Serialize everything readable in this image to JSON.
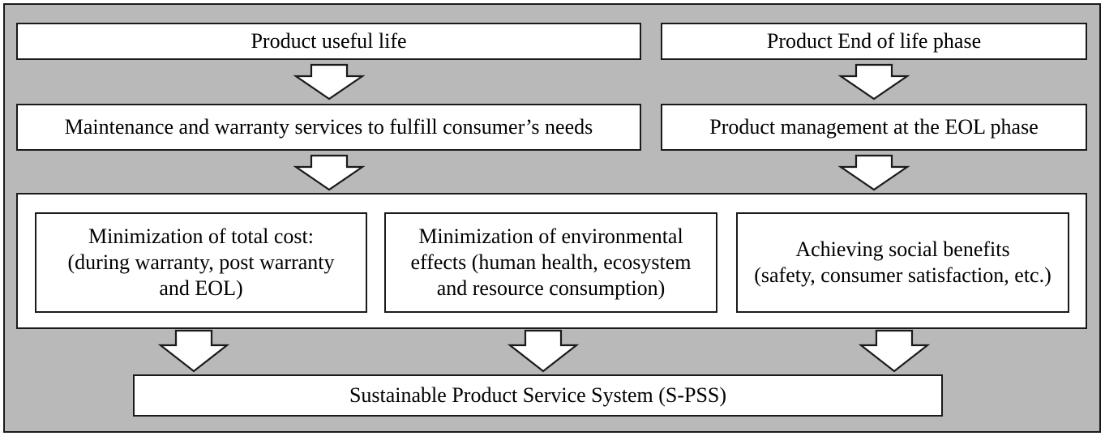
{
  "top_left": "Product useful life",
  "top_right": "Product End of life phase",
  "mid_left": "Maintenance and warranty services to fulfill consumer’s needs",
  "mid_right": "Product management at the EOL phase",
  "objectives": [
    {
      "text": "Minimization of total cost:\n(during warranty, post warranty\nand  EOL)"
    },
    {
      "text": "Minimization of environmental\neffects (human health, ecosystem\nand resource consumption)"
    },
    {
      "text": "Achieving social benefits\n(safety, consumer satisfaction, etc.)"
    }
  ],
  "bottom": "Sustainable Product Service System (S-PSS)",
  "colors": {
    "background": "#b9b9b9",
    "box": "#ffffff",
    "border": "#1a1a1a"
  }
}
